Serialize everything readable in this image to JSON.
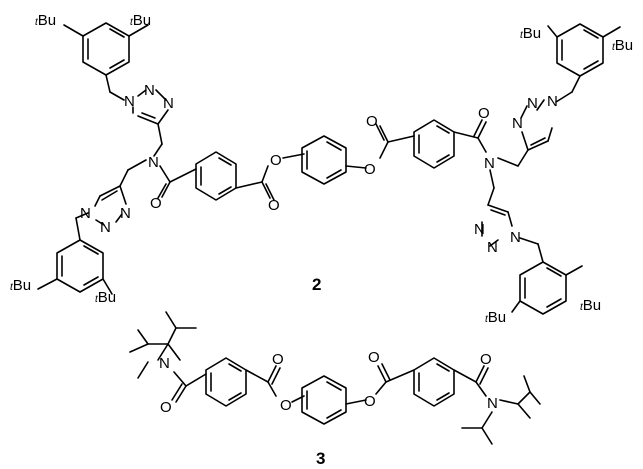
{
  "atoms": {
    "nitrogen": "N",
    "oxygen": "O",
    "tbutyl_prefix": "t",
    "tbutyl_suffix": "Bu"
  },
  "compounds": [
    {
      "label": "2"
    },
    {
      "label": "3"
    }
  ],
  "colors": {
    "ink": "#000000",
    "background": "#ffffff"
  }
}
